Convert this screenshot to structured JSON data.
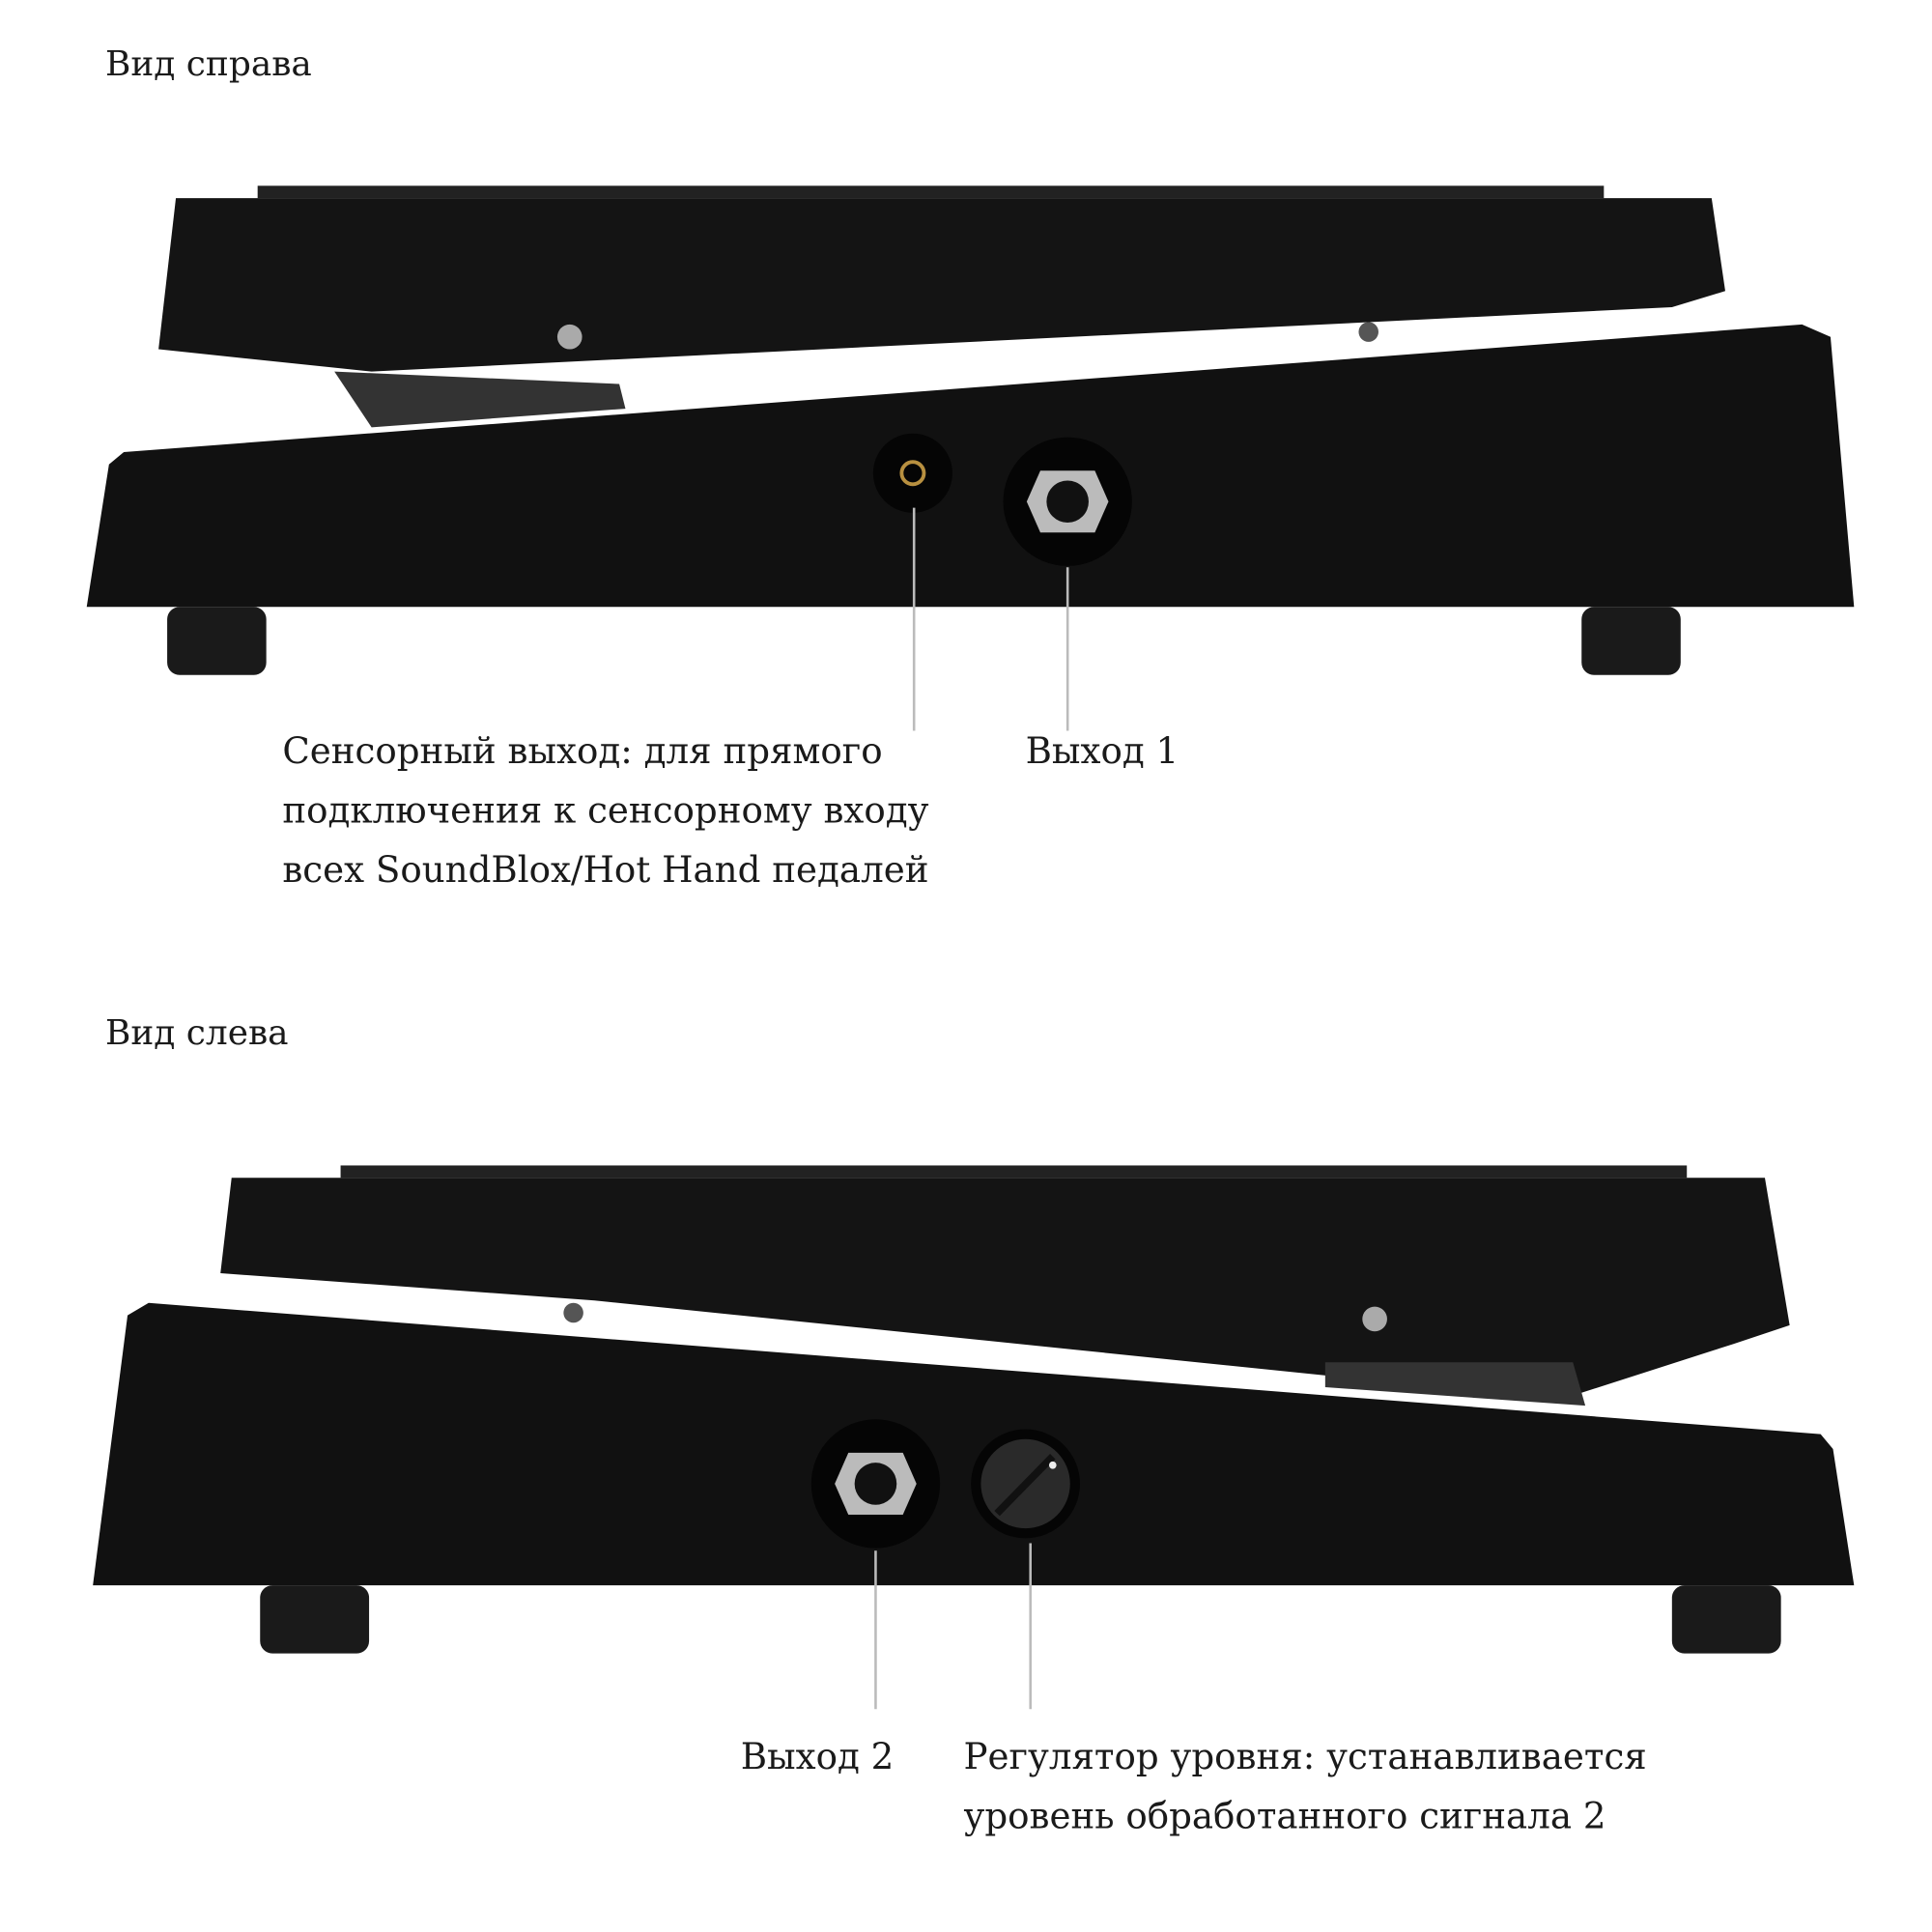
{
  "right_view": {
    "title": "Вид справа",
    "labels": {
      "sensor_output": [
        "Сенсорный выход: для прямого",
        "подключения к сенсорному входу",
        "всех SoundBlox/Hot Hand педалей"
      ],
      "output_1": "Выход 1"
    }
  },
  "left_view": {
    "title": "Вид слева",
    "labels": {
      "output_2": "Выход 2",
      "level_knob": [
        "Регулятор уровня: устанавливается",
        "уровень обработанного сигнала 2"
      ]
    }
  },
  "colors": {
    "pedal": "#111111",
    "background": "#ffffff",
    "leader_line": "#bbbbbb"
  }
}
